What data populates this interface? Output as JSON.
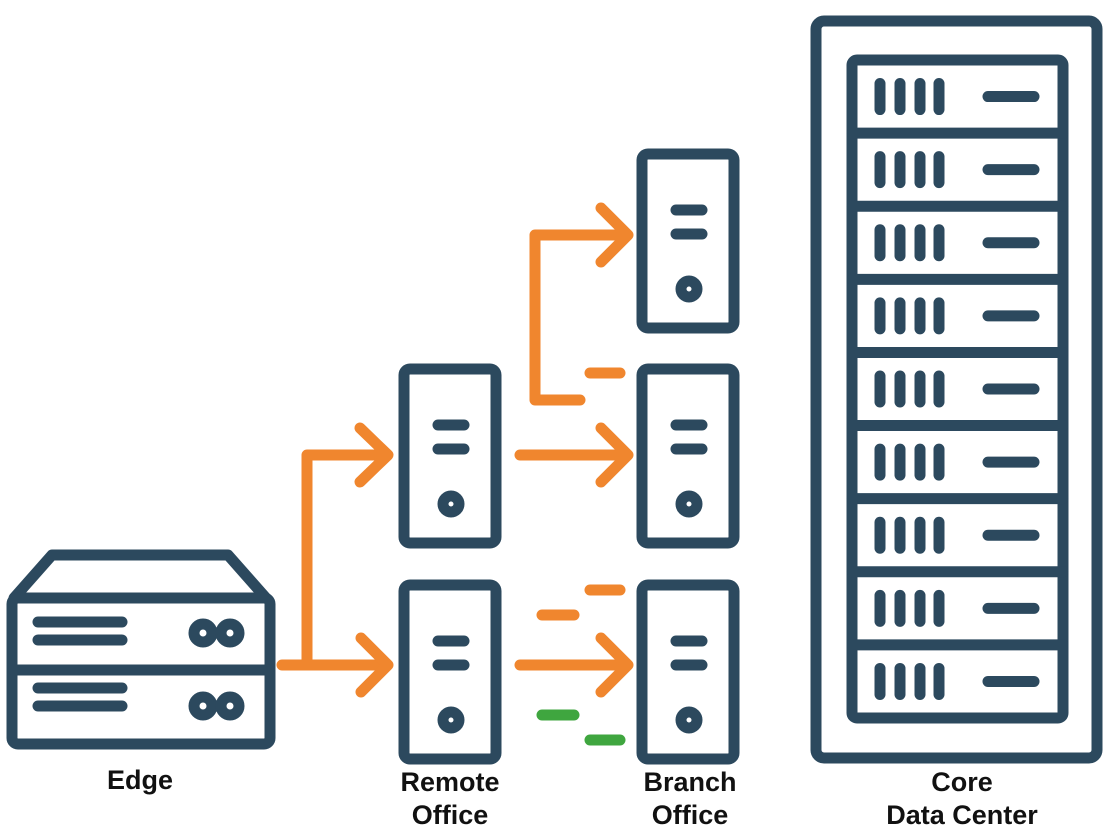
{
  "colors": {
    "server": "#2c495e",
    "flow": "#f0862e",
    "ok": "#3fa63f"
  },
  "labels": {
    "edge": "Edge",
    "remote": [
      "Remote",
      "Office"
    ],
    "branch": [
      "Branch",
      "Office"
    ],
    "core": [
      "Core",
      "Data Center"
    ]
  },
  "core_rack_units": 9
}
